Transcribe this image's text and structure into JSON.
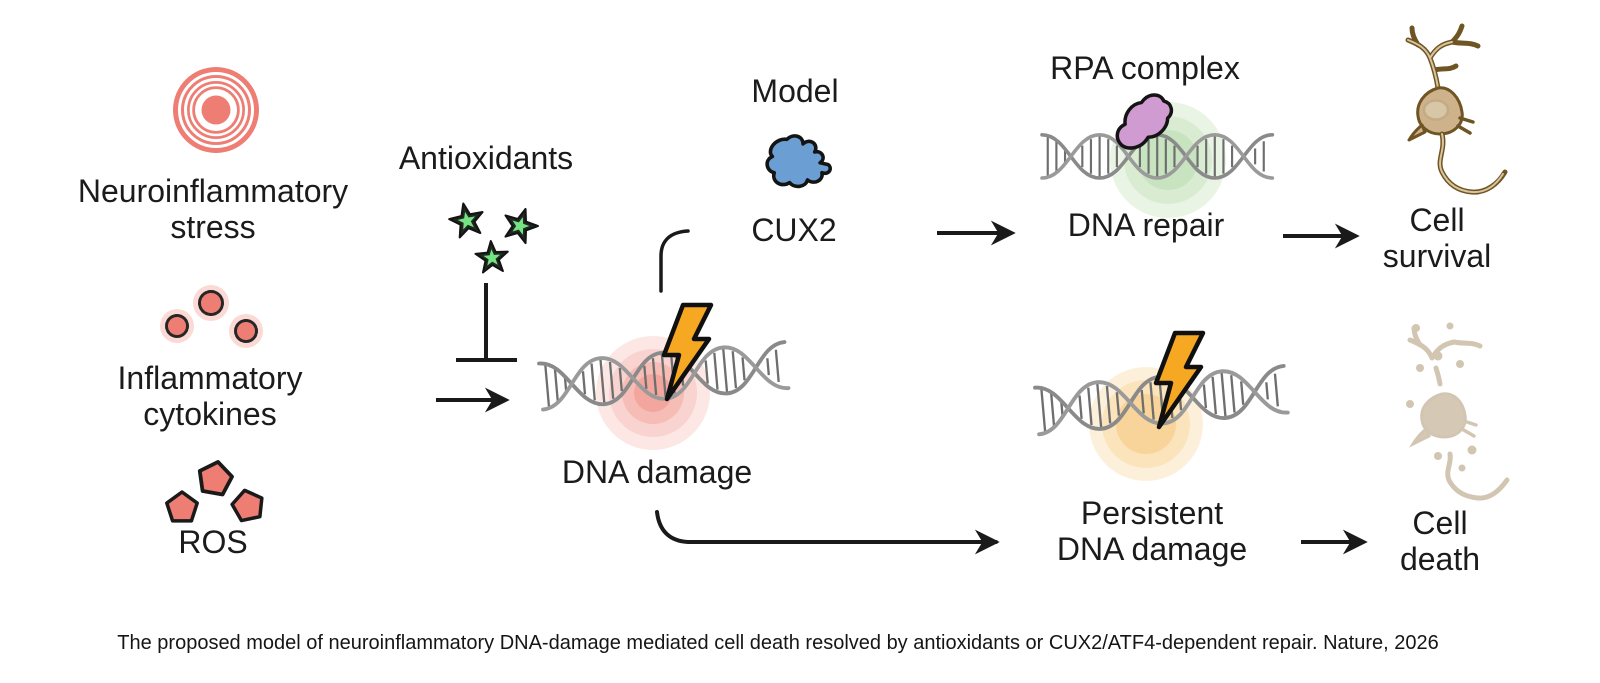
{
  "labels": {
    "stress": "Neuroinflammatory\nstress",
    "cytokines": "Inflammatory\ncytokines",
    "ros": "ROS",
    "antioxidants": "Antioxidants",
    "model": "Model",
    "cux2": "CUX2",
    "dna_damage": "DNA damage",
    "rpa_complex": "RPA complex",
    "dna_repair": "DNA repair",
    "cell_survival": "Cell\nsurvival",
    "persistent_damage": "Persistent\nDNA damage",
    "cell_death": "Cell\ndeath",
    "caption": "The proposed model of neuroinflammatory DNA-damage mediated cell death resolved by antioxidants or CUX2/ATF4-dependent repair. Nature, 2026"
  },
  "icons": {
    "stress": "concentric-circles-icon",
    "cytokines": "dotted-circle-particles-icon",
    "ros": "pentagon-particles-icon",
    "antioxidants": "green-stars-icon",
    "inhibition": "t-bar-inhibition-icon",
    "cux2_protein": "blue-protein-blob-icon",
    "rpa_protein": "purple-protein-blob-icon",
    "dna": "double-helix-icon",
    "damage": "lightning-bolt-icon",
    "survival": "healthy-neuron-icon",
    "death": "fragmented-neuron-icon"
  },
  "colors": {
    "salmon": "#EE7D74",
    "star_green": "#74E383",
    "star_dark": "#20281F",
    "protein_blue": "#6B9FD4",
    "rpa_purple": "#CF9BD0",
    "bolt_orange": "#F7A823",
    "dna_gray": "#8A8A8A",
    "rung_gray": "#666666",
    "arrow_black": "#1A1A1A",
    "glow_pink": "#F3A69E",
    "glow_green": "#C8E3C0",
    "glow_orange": "#F9D49A",
    "neuron_outline": "#6F5524",
    "neuron_fill": "#CDB28C",
    "dead_neuron": "#D5C9B5"
  }
}
